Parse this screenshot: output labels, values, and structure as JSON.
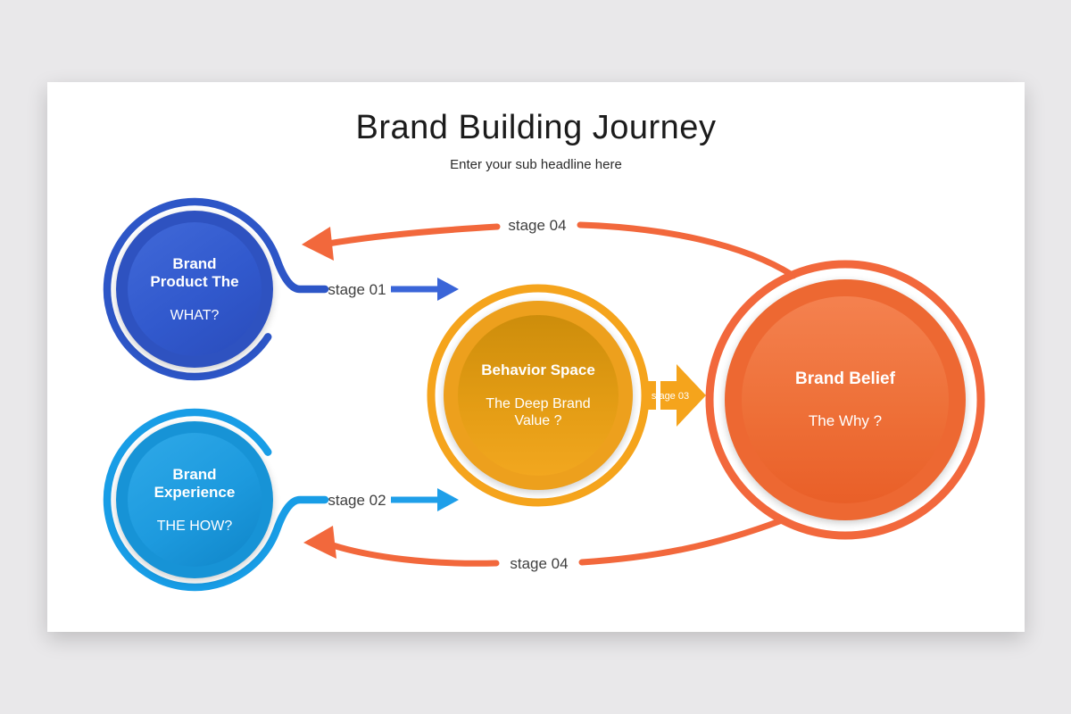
{
  "page": {
    "background_color": "#e9e8ea"
  },
  "slide": {
    "title": "Brand Building Journey",
    "subtitle": "Enter your sub headline here",
    "background_color": "#ffffff"
  },
  "circles": [
    {
      "name": "brand-product",
      "title_line1": "Brand",
      "title_line2": "Product The",
      "question": "WHAT?",
      "ring_color": "#2d56c7",
      "fill_color": "#3159cd",
      "text_color": "#ffffff"
    },
    {
      "name": "brand-experience",
      "title_line1": "Brand",
      "title_line2": "Experience",
      "question": "THE HOW?",
      "ring_color": "#189de6",
      "fill_color": "#1d9ade",
      "text_color": "#ffffff"
    },
    {
      "name": "behavior-space",
      "title_line1": "Behavior Space",
      "title_line2": "",
      "question": "The Deep Brand Value ?",
      "ring_color": "#f5a41c",
      "fill_color": "#e89c15",
      "text_color": "#ffffff"
    },
    {
      "name": "brand-belief",
      "title_line1": "Brand Belief",
      "title_line2": "",
      "question": "The Why ?",
      "ring_color": "#f2683c",
      "fill_color": "#ee7038",
      "text_color": "#ffffff"
    }
  ],
  "stages": {
    "stage01": {
      "label": "stage 01",
      "color": "#3a65d8"
    },
    "stage02": {
      "label": "stage 02",
      "color": "#1f9fe9"
    },
    "stage03": {
      "label": "stage 03",
      "color": "#f5a41c",
      "text_color": "#ffffff"
    },
    "stage04": {
      "label": "stage 04",
      "color": "#f2683c"
    },
    "label_color": "#3f3f3f"
  }
}
